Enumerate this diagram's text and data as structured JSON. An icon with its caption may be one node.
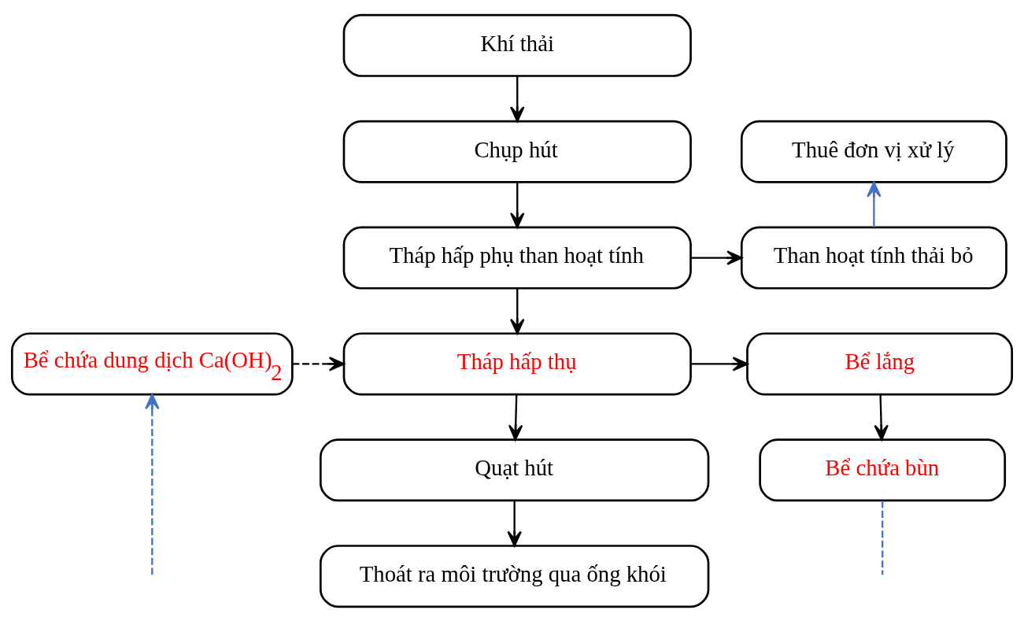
{
  "diagram": {
    "nodes": [
      {
        "text": [
          "Khí thải"
        ]
      },
      {
        "text": [
          "Chụp hút"
        ]
      },
      {
        "text": [
          "Thuê đơn vị xử lý"
        ]
      },
      {
        "text": [
          "Tháp hấp phụ than hoạt tính"
        ]
      },
      {
        "text": [
          "Than hoạt tính thải bỏ"
        ]
      },
      {
        "text": [
          "Bể chứa dung dịch Ca(OH)$_{2}$"
        ]
      },
      {
        "text": [
          "Tháp hấp thụ"
        ]
      },
      {
        "text": [
          "Bể lắng"
        ]
      },
      {
        "text": [
          "Quạt hút"
        ]
      },
      {
        "text": [
          "Bể chứa bùn"
        ]
      },
      {
        "text": [
          "Thoát ra môi trường qua ống khói"
        ]
      }
    ],
    "edges": [
      {
        "from": 0,
        "to": 1,
        "arrow": "to"
      },
      {
        "from": 1,
        "to": 3,
        "arrow": "to"
      },
      {
        "from": 3,
        "to": 4,
        "arrow": "to"
      },
      {
        "from": 4,
        "to": 2,
        "arrow": "to",
        "color": "#4472c4"
      },
      {
        "from": 3,
        "to": 6,
        "arrow": "to"
      },
      {
        "from": 5,
        "to": 6,
        "arrow": "to",
        "style": "dashed"
      },
      {
        "from": 6,
        "to": 7,
        "arrow": "to"
      },
      {
        "from": 6,
        "to": 8,
        "arrow": "to"
      },
      {
        "from": 7,
        "to": 9,
        "arrow": "to"
      },
      {
        "from": 8,
        "to": 10,
        "arrow": "to"
      },
      {
        "from": null,
        "to": 5,
        "arrow": "to",
        "style": "dashed",
        "color": "#4472c4"
      },
      {
        "from": 9,
        "to": null,
        "arrow": "none",
        "style": "dashed",
        "color": "#4472c4"
      }
    ]
  }
}
